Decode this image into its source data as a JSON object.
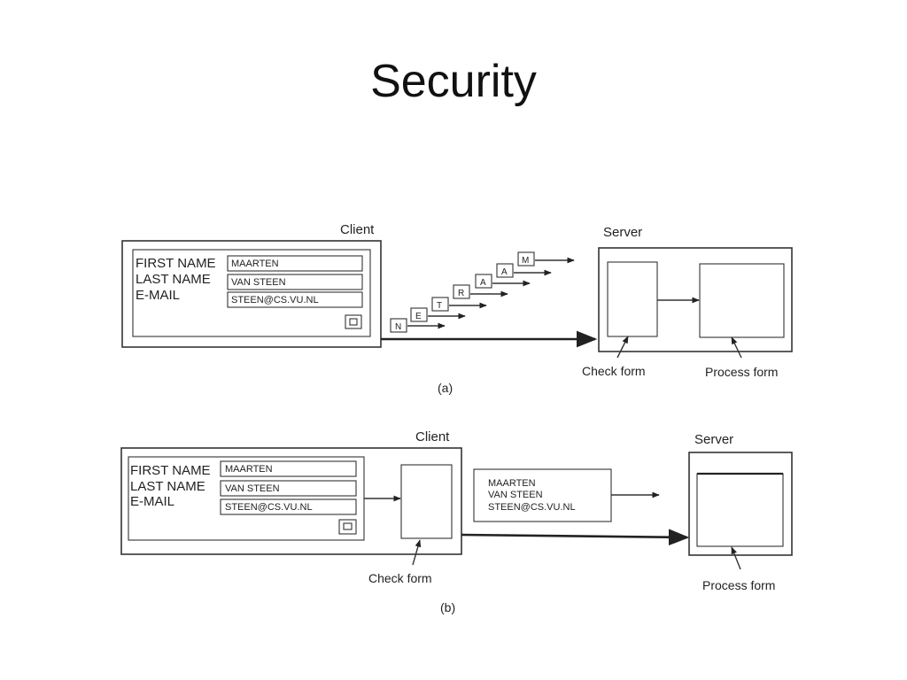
{
  "slide": {
    "title": "Security"
  },
  "a": {
    "client_label": "Client",
    "server_label": "Server",
    "fields": [
      {
        "label": "FIRST NAME",
        "value": "MAARTEN"
      },
      {
        "label": "LAST NAME",
        "value": "VAN STEEN"
      },
      {
        "label": "E-MAIL",
        "value": "STEEN@CS.VU.NL"
      }
    ],
    "packets": [
      "N",
      "E",
      "T",
      "R",
      "A",
      "A",
      "M"
    ],
    "check_form": "Check form",
    "process_form": "Process form",
    "caption": "(a)"
  },
  "b": {
    "client_label": "Client",
    "server_label": "Server",
    "fields": [
      {
        "label": "FIRST NAME",
        "value": "MAARTEN"
      },
      {
        "label": "LAST NAME",
        "value": "VAN STEEN"
      },
      {
        "label": "E-MAIL",
        "value": "STEEN@CS.VU.NL"
      }
    ],
    "message": [
      "MAARTEN",
      "VAN STEEN",
      "STEEN@CS.VU.NL"
    ],
    "check_form": "Check form",
    "process_form": "Process form",
    "caption": "(b)"
  }
}
